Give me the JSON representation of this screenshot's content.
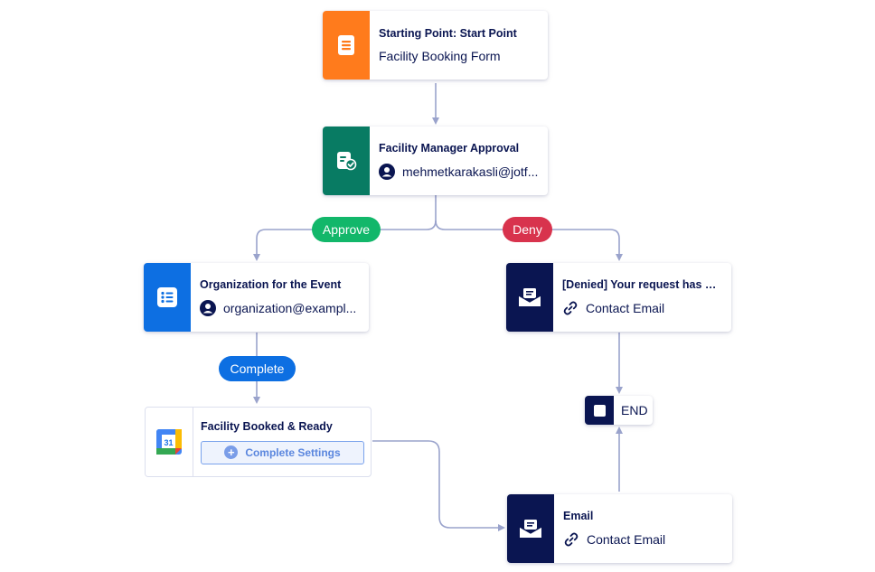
{
  "colors": {
    "connector": "#9aa3cc",
    "form_orange": "#ff7b1c",
    "approval_green": "#087b63",
    "task_blue": "#0d6fe2",
    "email_navy": "#0a1551",
    "approve_pill": "#12b76a",
    "deny_pill": "#d8334d",
    "complete_pill": "#0d6fe2"
  },
  "nodes": {
    "start": {
      "title": "Starting Point: Start Point",
      "subtitle": "Facility Booking Form",
      "icon": "form-icon"
    },
    "approval": {
      "title": "Facility Manager Approval",
      "assignee": "mehmetkarakasli@jotf...",
      "icon": "approval-icon"
    },
    "organization": {
      "title": "Organization for the Event",
      "assignee": "organization@exampl...",
      "icon": "checklist-icon"
    },
    "denied_email": {
      "title": "[Denied] Your request has be...",
      "recipient": "Contact Email",
      "icon": "email-icon"
    },
    "calendar": {
      "title": "Facility Booked & Ready",
      "button": "Complete Settings",
      "badge": "31",
      "icon": "google-calendar-icon"
    },
    "email": {
      "title": "Email",
      "recipient": "Contact Email",
      "icon": "email-icon"
    },
    "end": {
      "label": "END",
      "icon": "stop-square-icon"
    }
  },
  "branches": {
    "approve": "Approve",
    "deny": "Deny",
    "complete": "Complete"
  }
}
